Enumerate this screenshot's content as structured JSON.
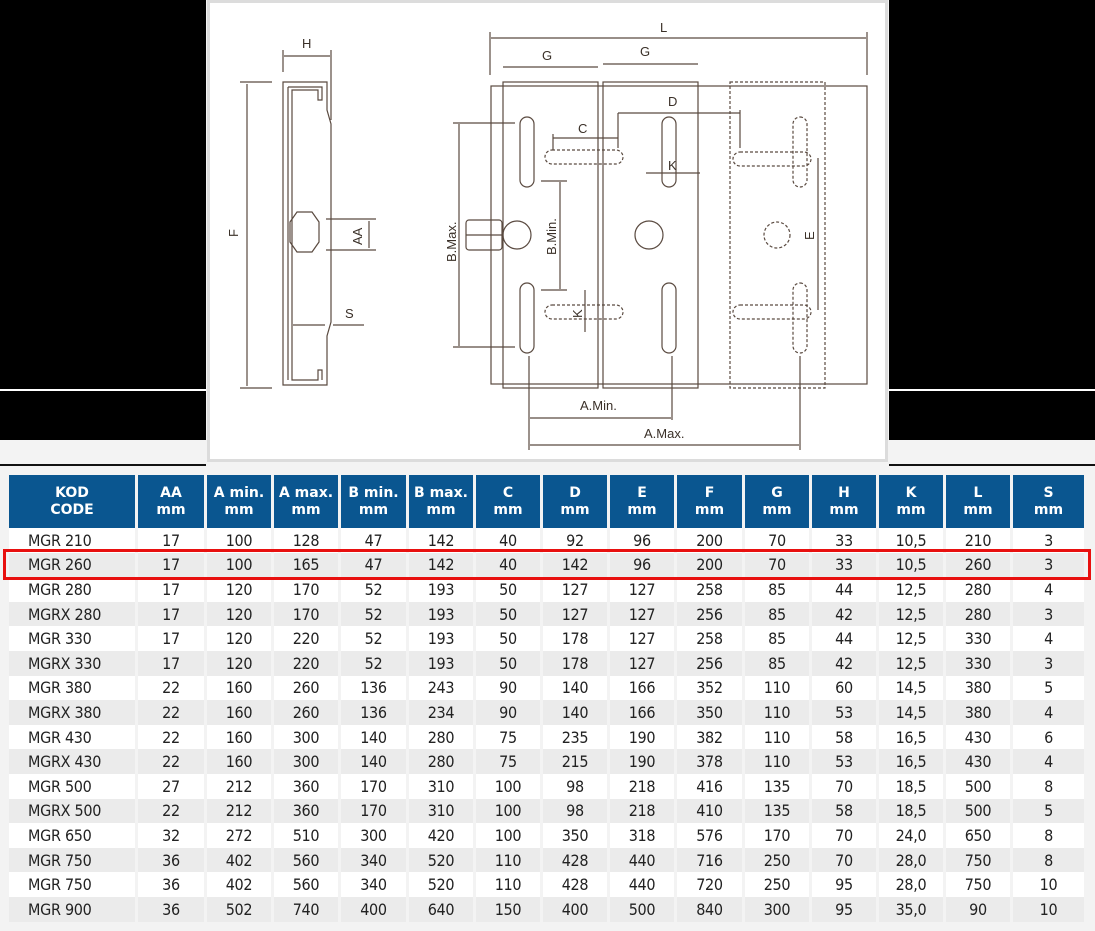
{
  "diagram": {
    "labels": {
      "H": "H",
      "F": "F",
      "AA": "AA",
      "S": "S",
      "L": "L",
      "G1": "G",
      "G2": "G",
      "C": "C",
      "D": "D",
      "K1": "K",
      "K2": "K",
      "E": "E",
      "B_max": "B.Max.",
      "B_min": "B.Min.",
      "A_min": "A.Min.",
      "A_max": "A.Max."
    }
  },
  "table": {
    "headers": [
      {
        "line1": "KOD",
        "line2": "CODE"
      },
      {
        "line1": "AA",
        "line2": "mm"
      },
      {
        "line1": "A min.",
        "line2": "mm"
      },
      {
        "line1": "A max.",
        "line2": "mm"
      },
      {
        "line1": "B min.",
        "line2": "mm"
      },
      {
        "line1": "B max.",
        "line2": "mm"
      },
      {
        "line1": "C",
        "line2": "mm"
      },
      {
        "line1": "D",
        "line2": "mm"
      },
      {
        "line1": "E",
        "line2": "mm"
      },
      {
        "line1": "F",
        "line2": "mm"
      },
      {
        "line1": "G",
        "line2": "mm"
      },
      {
        "line1": "H",
        "line2": "mm"
      },
      {
        "line1": "K",
        "line2": "mm"
      },
      {
        "line1": "L",
        "line2": "mm"
      },
      {
        "line1": "S",
        "line2": "mm"
      }
    ],
    "rows": [
      [
        "MGR 210",
        "17",
        "100",
        "128",
        "47",
        "142",
        "40",
        "92",
        "96",
        "200",
        "70",
        "33",
        "10,5",
        "210",
        "3"
      ],
      [
        "MGR 260",
        "17",
        "100",
        "165",
        "47",
        "142",
        "40",
        "142",
        "96",
        "200",
        "70",
        "33",
        "10,5",
        "260",
        "3"
      ],
      [
        "MGR 280",
        "17",
        "120",
        "170",
        "52",
        "193",
        "50",
        "127",
        "127",
        "258",
        "85",
        "44",
        "12,5",
        "280",
        "4"
      ],
      [
        "MGRX 280",
        "17",
        "120",
        "170",
        "52",
        "193",
        "50",
        "127",
        "127",
        "256",
        "85",
        "42",
        "12,5",
        "280",
        "3"
      ],
      [
        "MGR 330",
        "17",
        "120",
        "220",
        "52",
        "193",
        "50",
        "178",
        "127",
        "258",
        "85",
        "44",
        "12,5",
        "330",
        "4"
      ],
      [
        "MGRX 330",
        "17",
        "120",
        "220",
        "52",
        "193",
        "50",
        "178",
        "127",
        "256",
        "85",
        "42",
        "12,5",
        "330",
        "3"
      ],
      [
        "MGR 380",
        "22",
        "160",
        "260",
        "136",
        "243",
        "90",
        "140",
        "166",
        "352",
        "110",
        "60",
        "14,5",
        "380",
        "5"
      ],
      [
        "MGRX 380",
        "22",
        "160",
        "260",
        "136",
        "234",
        "90",
        "140",
        "166",
        "350",
        "110",
        "53",
        "14,5",
        "380",
        "4"
      ],
      [
        "MGR 430",
        "22",
        "160",
        "300",
        "140",
        "280",
        "75",
        "235",
        "190",
        "382",
        "110",
        "58",
        "16,5",
        "430",
        "6"
      ],
      [
        "MGRX 430",
        "22",
        "160",
        "300",
        "140",
        "280",
        "75",
        "215",
        "190",
        "378",
        "110",
        "53",
        "16,5",
        "430",
        "4"
      ],
      [
        "MGR 500",
        "27",
        "212",
        "360",
        "170",
        "310",
        "100",
        "98",
        "218",
        "416",
        "135",
        "70",
        "18,5",
        "500",
        "8"
      ],
      [
        "MGRX 500",
        "22",
        "212",
        "360",
        "170",
        "310",
        "100",
        "98",
        "218",
        "410",
        "135",
        "58",
        "18,5",
        "500",
        "5"
      ],
      [
        "MGR 650",
        "32",
        "272",
        "510",
        "300",
        "420",
        "100",
        "350",
        "318",
        "576",
        "170",
        "70",
        "24,0",
        "650",
        "8"
      ],
      [
        "MGR 750",
        "36",
        "402",
        "560",
        "340",
        "520",
        "110",
        "428",
        "440",
        "716",
        "250",
        "70",
        "28,0",
        "750",
        "8"
      ],
      [
        "MGR 750",
        "36",
        "402",
        "560",
        "340",
        "520",
        "110",
        "428",
        "440",
        "720",
        "250",
        "95",
        "28,0",
        "750",
        "10"
      ],
      [
        "MGR 900",
        "36",
        "502",
        "740",
        "400",
        "640",
        "150",
        "400",
        "500",
        "840",
        "300",
        "95",
        "35,0",
        "90",
        "10"
      ]
    ],
    "highlighted_row_index": 1,
    "colors": {
      "header_bg": "#0a5690",
      "row_odd": "#ffffff",
      "row_even": "#ebebeb",
      "highlight_border": "#e8100f"
    }
  }
}
